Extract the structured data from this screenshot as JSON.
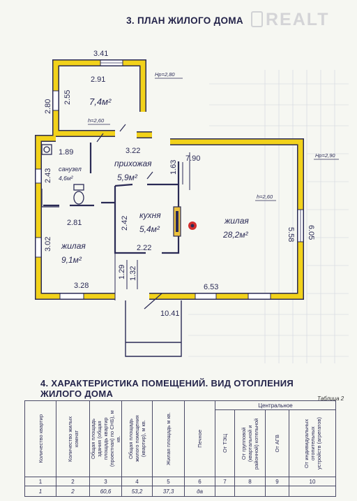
{
  "header": {
    "watermark": "REALT",
    "plan_title": "3. ПЛАН ЖИЛОГО ДОМА",
    "table_title": "4. ХАРАКТЕРИСТИКА ПОМЕЩЕНИЙ. ВИД ОТОПЛЕНИЯ ЖИЛОГО ДОМА",
    "table_caption": "Таблица 2"
  },
  "plan": {
    "levels": {
      "left": "Нр=2,80",
      "right": "Нр=2,90",
      "h_top": "h=2,60",
      "h_main": "h=2,60"
    },
    "rooms": {
      "top_area": "7,4м²",
      "hall_name": "прихожая",
      "hall_area": "5,9м²",
      "bath_name": "санузел",
      "bath_area": "4,6м²",
      "kitchen_name": "кухня",
      "kitchen_area": "5,4м²",
      "living_big_name": "жилая",
      "living_big_area": "28,2м²",
      "living_small_name": "жилая",
      "living_small_area": "9,1м²"
    },
    "dims": {
      "d341": "3.41",
      "d291": "2.91",
      "d280": "2.80",
      "d255": "2.55",
      "d189": "1.89",
      "d243": "2.43",
      "d322": "3.22",
      "d163": "1.63",
      "d790": "7.90",
      "d242": "2.42",
      "d281": "2.81",
      "d222": "2.22",
      "d558": "5.58",
      "d605": "6.05",
      "d302": "3.02",
      "d129": "1.29",
      "d132": "1.32",
      "d328": "3.28",
      "d653": "6.53",
      "d1041": "10.41"
    }
  },
  "table": {
    "headers": [
      "Количество квартир",
      "Количество жилых комнат",
      "Общая площадь здания (общая площадь квартир (проектная) по СНБ), м кв.",
      "Общая площадь жилого помещения (квартир), м кв.",
      "Жилая площадь м кв.",
      "Печное",
      "От ТЭЦ",
      "От групповой (квартальной и районной) котельной",
      "От АГВ",
      "От индивидуальных отопительных устройств (агрегатов)"
    ],
    "group_header": "Центральное",
    "numbers": [
      "1",
      "2",
      "3",
      "4",
      "5",
      "6",
      "7",
      "8",
      "9",
      "10"
    ],
    "values": [
      "1",
      "2",
      "60,6",
      "53,2",
      "37,3",
      "да",
      "",
      "",
      "",
      ""
    ]
  }
}
